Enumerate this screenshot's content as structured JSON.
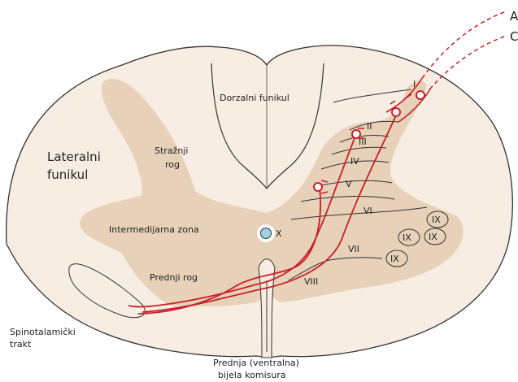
{
  "labels": {
    "afferent_a": "Ad",
    "afferent_c": "C",
    "dorsal_funiculus": "Dorzalni funikul",
    "lateral_funiculus_1": "Lateralni",
    "lateral_funiculus_2": "funikul",
    "dorsal_horn_1": "Stražnji",
    "dorsal_horn_2": "rog",
    "intermediate_zone": "Intermedijarna zona",
    "ventral_horn": "Prednji rog",
    "central_canal": "X",
    "spinothalamic_1": "Spinotalamički",
    "spinothalamic_2": "trakt",
    "commissure_1": "Prednja (ventralna)",
    "commissure_2": "bijela komisura"
  },
  "laminae": [
    "I",
    "II",
    "III",
    "IV",
    "V",
    "VI",
    "VII",
    "VIII",
    "IX",
    "IX",
    "IX",
    "IX"
  ],
  "colors": {
    "white_matter": "#f8ede2",
    "grey_matter": "#e7d1b8",
    "outline": "#333333",
    "tract": "#c8202a",
    "canal_fill": "#9fd0ea",
    "canal_ring": "#ffffff"
  }
}
